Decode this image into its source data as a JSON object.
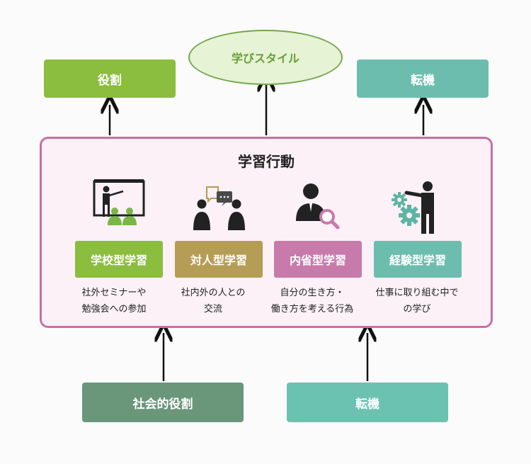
{
  "top": {
    "ellipse_label": "学びスタイル",
    "left_box_label": "役割",
    "right_box_label": "転機"
  },
  "main": {
    "title": "学習行動",
    "types": [
      {
        "label": "学校型学習",
        "desc_line1": "社外セミナーや",
        "desc_line2": "勉強会への参加",
        "icon": "teacher-whiteboard-icon"
      },
      {
        "label": "対人型学習",
        "desc_line1": "社内外の人との",
        "desc_line2": "交流",
        "icon": "conversation-icon"
      },
      {
        "label": "内省型学習",
        "desc_line1": "自分の生き方・",
        "desc_line2": "働き方を考える行為",
        "icon": "person-magnifier-icon"
      },
      {
        "label": "経験型学習",
        "desc_line1": "仕事に取り組む中で",
        "desc_line2": "の学び",
        "icon": "person-gears-icon"
      }
    ]
  },
  "bottom": {
    "left_box_label": "社会的役割",
    "right_box_label": "転機"
  },
  "colors": {
    "green": "#8bbd3e",
    "teal": "#6dbdaf",
    "pink_border": "#c86fa6",
    "gold": "#b59d55",
    "pink": "#c87aab",
    "dark_green": "#6a967a",
    "light_teal": "#6cc2b1"
  }
}
